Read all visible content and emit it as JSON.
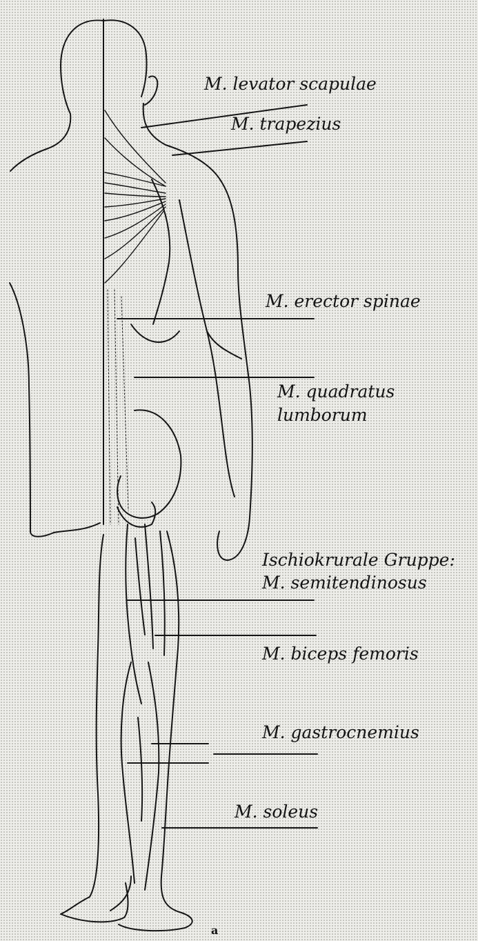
{
  "labels": {
    "levator_scapulae": "M. levator scapulae",
    "trapezius": "M. trapezius",
    "erector_spinae": "M. erector spinae",
    "quadratus_line1": "M. quadratus",
    "quadratus_line2": "lumborum",
    "group_title": "Ischiokrurale Gruppe:",
    "semitendinosus": "M. semitendinosus",
    "biceps_femoris": "M. biceps femoris",
    "gastrocnemius": "M. gastrocnemius",
    "soleus": "M. soleus"
  },
  "figure_letter": "a",
  "colors": {
    "ink": "#141414",
    "paper": "#eeeeea",
    "dots": "#b9b9b3"
  }
}
